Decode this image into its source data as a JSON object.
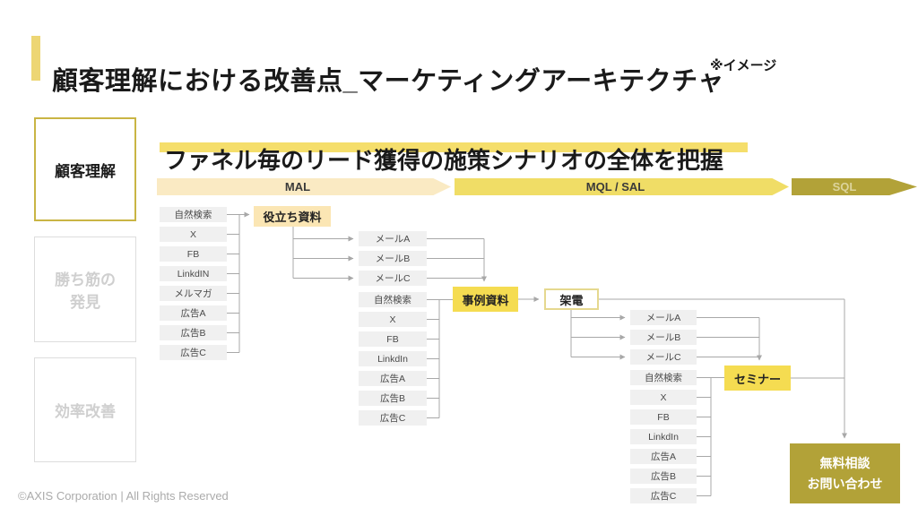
{
  "slide": {
    "title": "顧客理解における改善点_マーケティングアーキテクチャ",
    "title_note": "※イメージ",
    "subtitle": "ファネル毎のリード獲得の施策シナリオの全体を把握",
    "footer": "©AXIS Corporation | All Rights Reserved"
  },
  "sidebar": {
    "items": [
      {
        "label": "顧客理解",
        "state": "active"
      },
      {
        "label": "勝ち筋の\n発見",
        "state": "inactive"
      },
      {
        "label": "効率改善",
        "state": "inactive"
      }
    ]
  },
  "funnel": {
    "stages": [
      {
        "label": "MAL",
        "color": "#FAEAC3"
      },
      {
        "label": "MQL / SAL",
        "color": "#F0DD66"
      },
      {
        "label": "SQL",
        "color": "#B2A238"
      }
    ]
  },
  "flow": {
    "col1_channels": [
      "自然検索",
      "X",
      "FB",
      "LinkdIN",
      "メルマガ",
      "広告A",
      "広告B",
      "広告C"
    ],
    "offer1": "役立ち資料",
    "col2_mails": [
      "メールA",
      "メールB",
      "メールC"
    ],
    "col2_channels": [
      "自然検索",
      "X",
      "FB",
      "LinkdIn",
      "広告A",
      "広告B",
      "広告C"
    ],
    "offer2": "事例資料",
    "call": "架電",
    "col3_mails": [
      "メールA",
      "メールB",
      "メールC"
    ],
    "col3_channels": [
      "自然検索",
      "X",
      "FB",
      "LinkdIn",
      "広告A",
      "広告B",
      "広告C"
    ],
    "offer3": "セミナー",
    "cta": "無料相談\nお問い合わせ"
  },
  "colors": {
    "accent_bar": "#EDD674",
    "highlight": "#F5DE6B",
    "stage_mal": "#FAEAC3",
    "stage_mql_sal": "#F0DD66",
    "stage_sql": "#B2A238",
    "offer_cream": "#FBE6B4",
    "offer_yellow": "#F5DC51",
    "cta_gold": "#B2A238",
    "channel_gray": "#F0F0F0",
    "connector_gray": "#A8A8A8",
    "sidebar_active_border": "#C9B544"
  }
}
